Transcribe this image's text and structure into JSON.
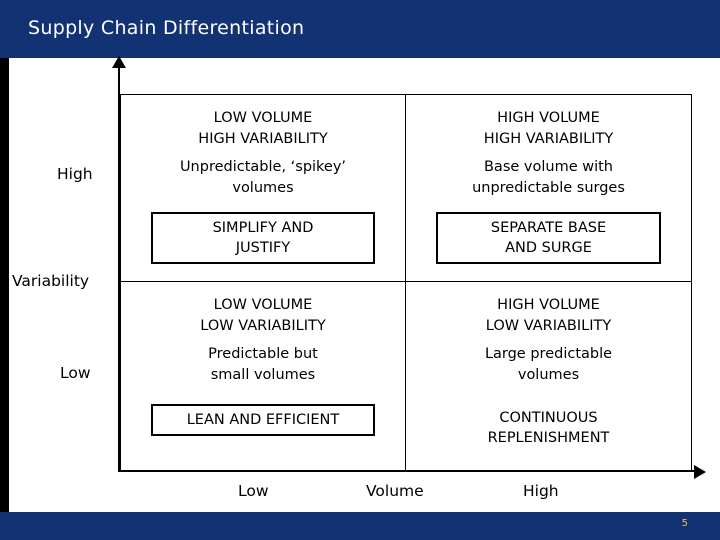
{
  "header": {
    "title": "Supply Chain Differentiation"
  },
  "footer": {
    "slide_number": "5"
  },
  "axes": {
    "y_title": "Variability",
    "y_high": "High",
    "y_low": "Low",
    "x_title": "Volume",
    "x_low": "Low",
    "x_high": "High"
  },
  "matrix": {
    "quadrants": [
      {
        "id": "low-volume-high-variability",
        "heading": "LOW VOLUME\nHIGH VARIABILITY",
        "description": "Unpredictable, ‘spikey’\nvolumes",
        "tag": "SIMPLIFY AND\nJUSTIFY",
        "tag_boxed": true
      },
      {
        "id": "high-volume-high-variability",
        "heading": "HIGH VOLUME\nHIGH VARIABILITY",
        "description": "Base volume with\nunpredictable surges",
        "tag": "SEPARATE BASE\nAND SURGE",
        "tag_boxed": true
      },
      {
        "id": "low-volume-low-variability",
        "heading": "LOW VOLUME\nLOW VARIABILITY",
        "description": "Predictable but\nsmall volumes",
        "tag": "LEAN AND EFFICIENT",
        "tag_boxed": true
      },
      {
        "id": "high-volume-low-variability",
        "heading": "HIGH VOLUME\nLOW VARIABILITY",
        "description": "Large predictable\nvolumes",
        "tag": "CONTINUOUS\nREPLENISHMENT",
        "tag_boxed": false
      }
    ]
  },
  "colors": {
    "band": "#123274",
    "slide_number": "#f2c14a",
    "line": "#000000",
    "text": "#000000",
    "background": "#ffffff"
  }
}
